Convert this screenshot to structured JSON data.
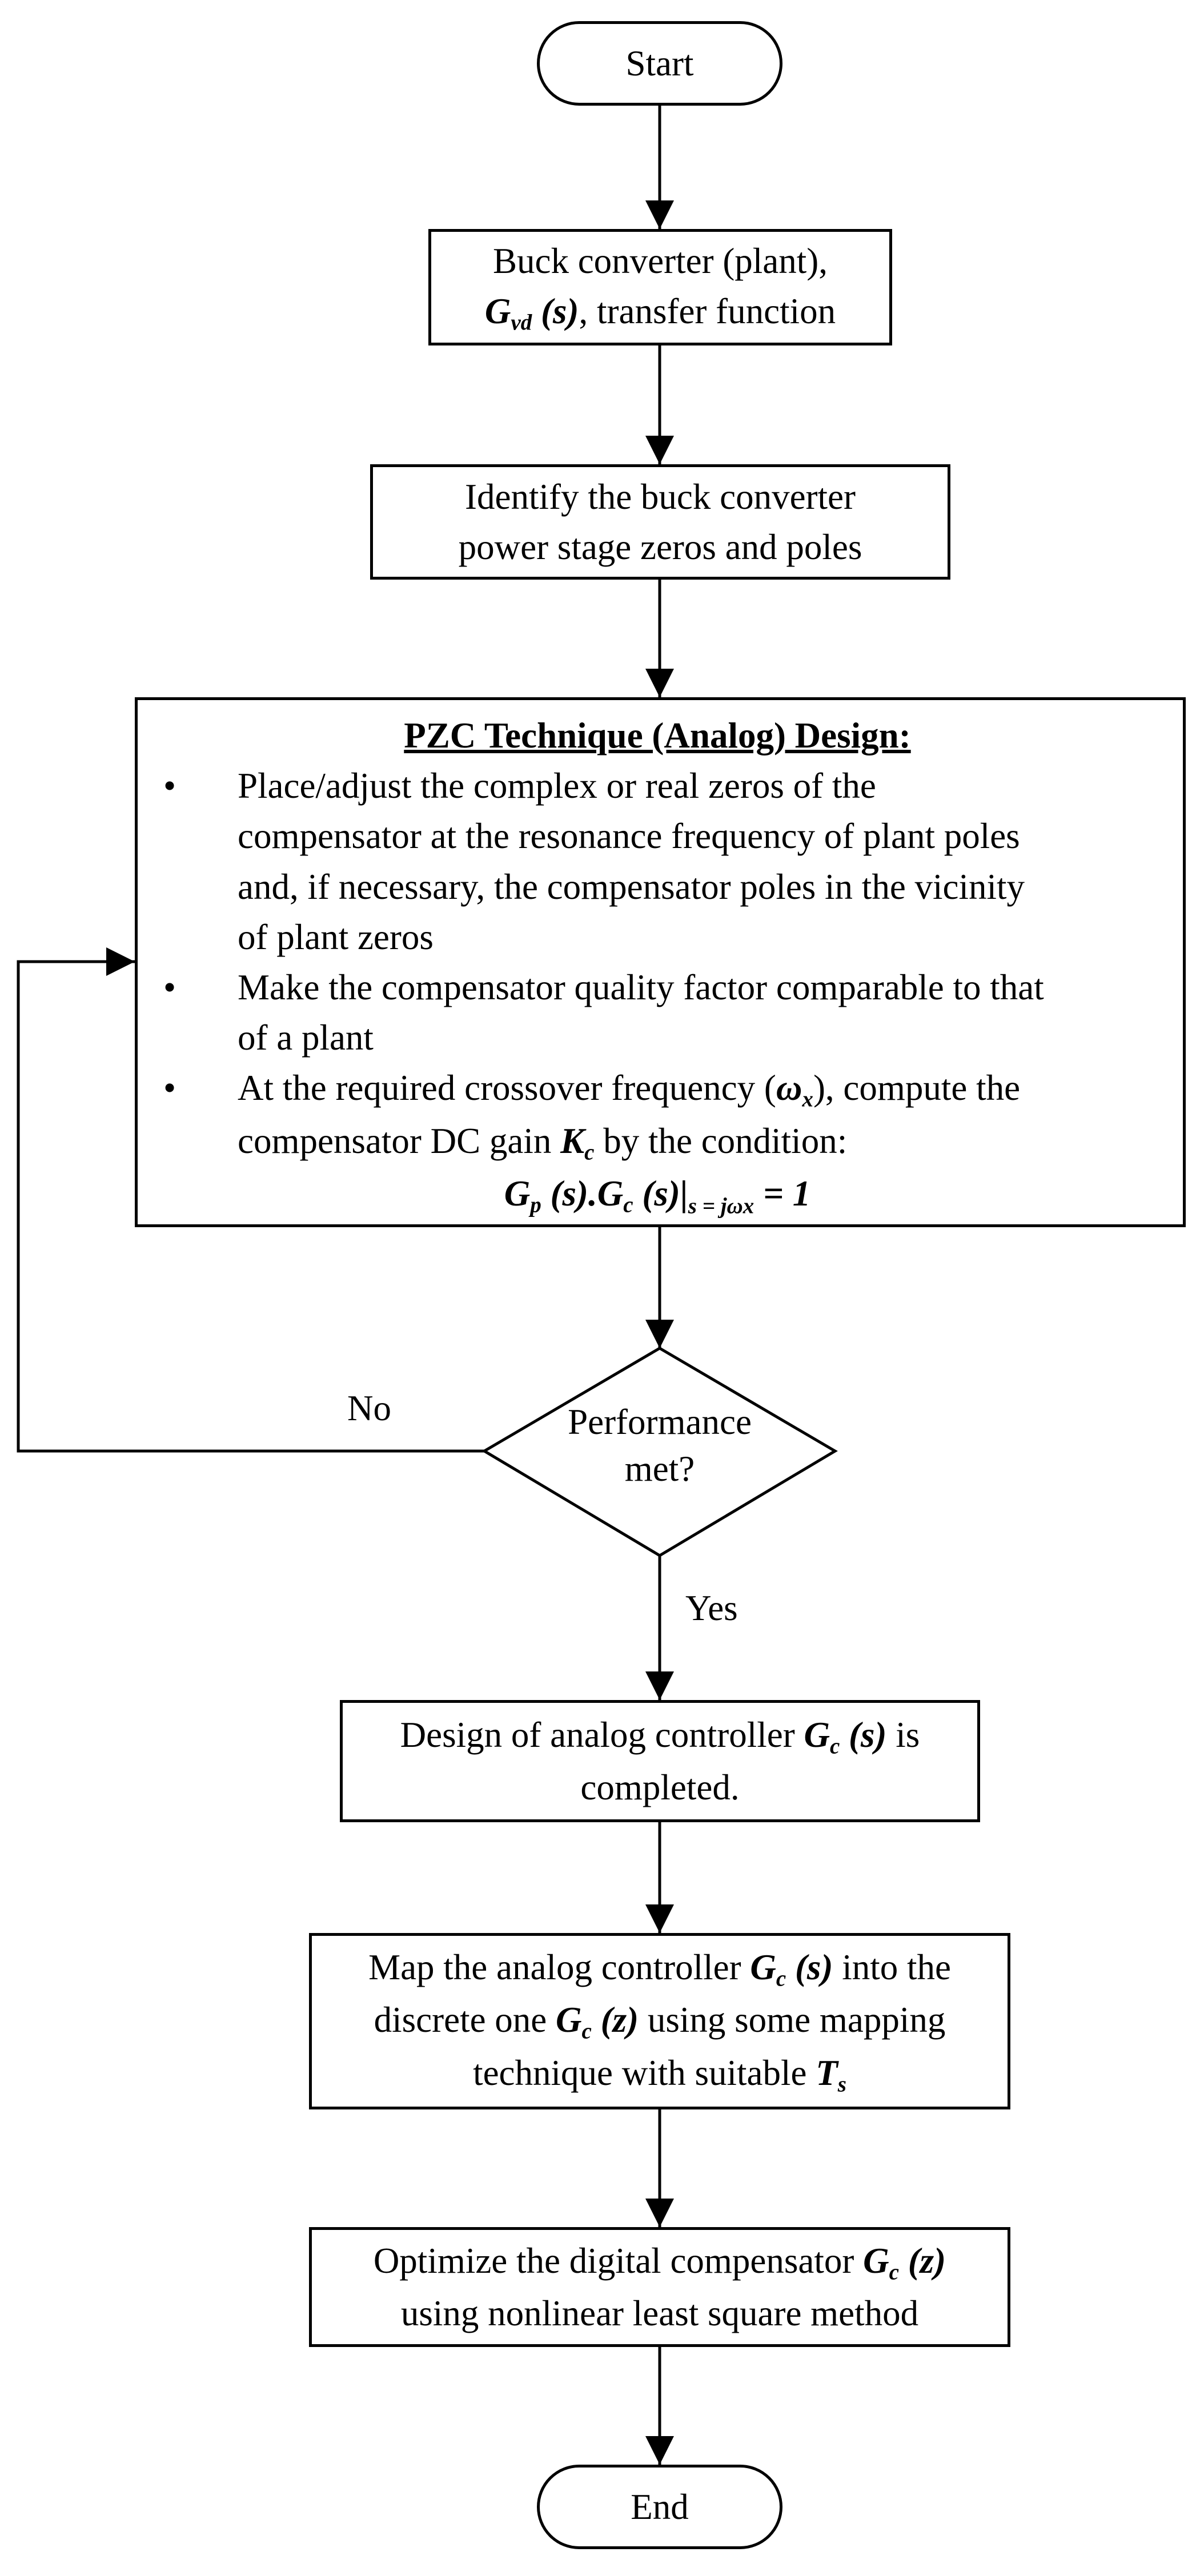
{
  "flowchart": {
    "start": "Start",
    "plant": {
      "line1": "Buck converter (plant),",
      "sym": "G",
      "sub": "vd",
      "arg": " (s)",
      "rest": ", transfer function"
    },
    "identify": {
      "line1": "Identify the buck converter",
      "line2": "power stage zeros and poles"
    },
    "pzc": {
      "title": "PZC Technique (Analog) Design:",
      "bullet1": [
        "Place/adjust the complex or real zeros of the",
        "compensator at the resonance frequency of plant poles",
        "and, if necessary, the compensator poles in the vicinity",
        "of plant zeros"
      ],
      "bullet2": [
        "Make the compensator quality factor comparable to that",
        "of a plant"
      ],
      "bullet3_line1_pre": "At the required crossover frequency (",
      "bullet3_omega": "ω",
      "bullet3_omega_sub": "x",
      "bullet3_line1_post": "), compute the",
      "bullet3_line2_pre": "compensator DC gain ",
      "bullet3_K": "K",
      "bullet3_K_sub": "c",
      "bullet3_line2_post": " by the condition:",
      "formula_main": "G",
      "formula_p_sub": "p",
      "formula_mid": " (s).G",
      "formula_c_sub": "c",
      "formula_arg": " (s)|",
      "formula_eval": "s = jωx",
      "formula_end": " = 1"
    },
    "decision": {
      "line1": "Performance",
      "line2": "met?"
    },
    "no_label": "No",
    "yes_label": "Yes",
    "analog_done": {
      "line1_pre": "Design of analog controller ",
      "sym": "G",
      "sub": "c",
      "arg": " (s)",
      "line1_post": " is",
      "line2": "completed."
    },
    "map": {
      "line1_pre": "Map the analog controller ",
      "sym1": "G",
      "sub1": "c",
      "arg1": " (s)",
      "line1_post": " into the",
      "line2_pre": "discrete one ",
      "sym2": "G",
      "sub2": "c",
      "arg2": " (z)",
      "line2_post": " using some mapping",
      "line3_pre": "technique with suitable ",
      "sym3": "T",
      "sub3": "s"
    },
    "optimize": {
      "line1_pre": "Optimize the digital compensator ",
      "sym": "G",
      "sub": "c",
      "arg": " (z)",
      "line2": "using nonlinear least square method"
    },
    "end": "End"
  }
}
